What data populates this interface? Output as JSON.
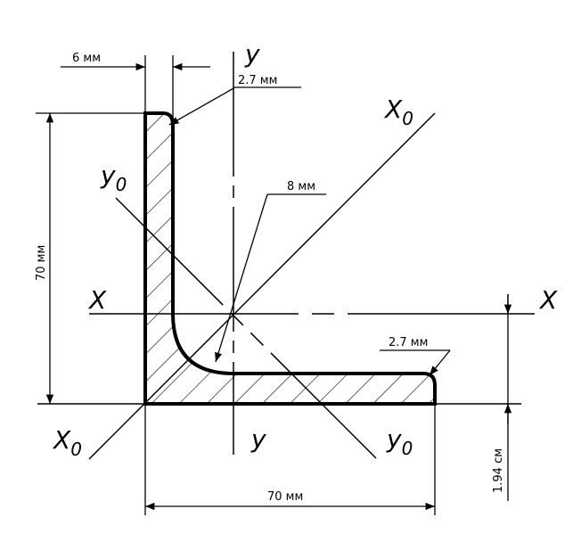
{
  "dimensions": {
    "thickness": "6 мм",
    "radius_top": "2.7 мм",
    "radius_inner": "8 мм",
    "radius_right": "2.7 мм",
    "height": "70 мм",
    "width": "70 мм",
    "centroid_offset": "1.94 см"
  },
  "axes": {
    "y_top": "y",
    "y_bottom": "y",
    "x_left": "X",
    "x_right": "X",
    "x0_top": "X",
    "x0_bottom": "X",
    "y0_top": "y",
    "y0_bottom": "y",
    "subscript": "0"
  }
}
